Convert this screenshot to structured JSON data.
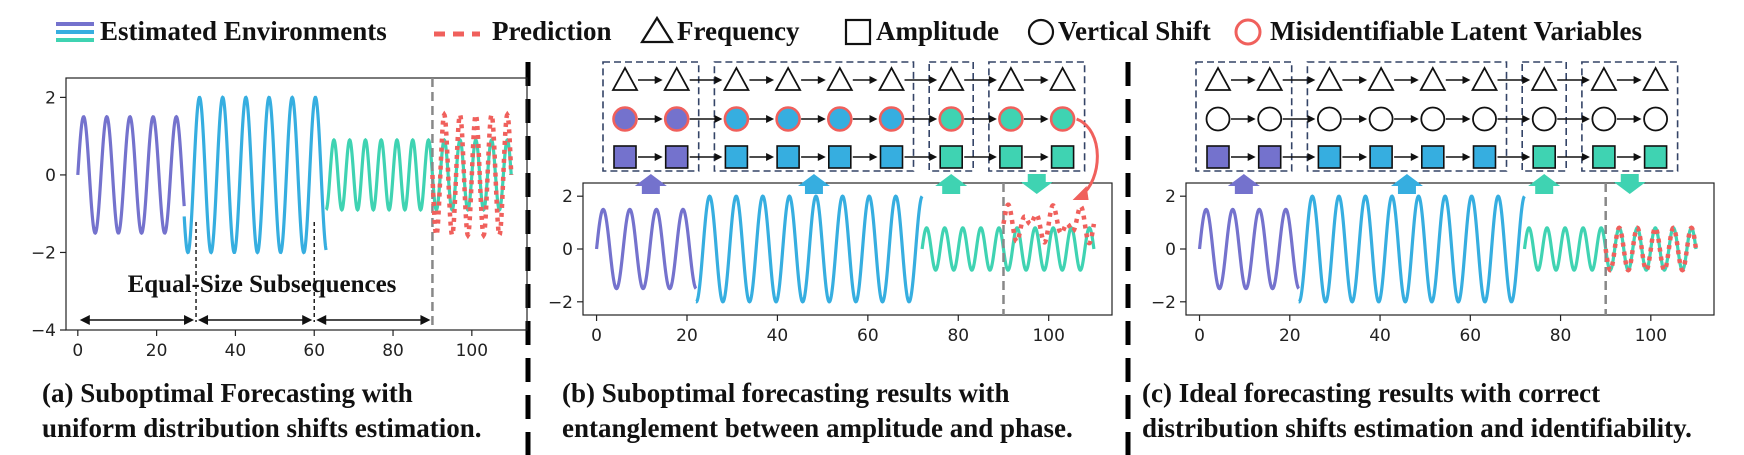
{
  "legend": {
    "estimated_env": "Estimated Environments",
    "prediction": "Prediction",
    "frequency": "Frequency",
    "amplitude": "Amplitude",
    "vertical_shift": "Vertical Shift",
    "misidentifiable": "Misidentifiable Latent Variables"
  },
  "colors": {
    "env1": "#7472cd",
    "env2": "#36aee0",
    "env3": "#3fd3b2",
    "prediction": "#f0605c",
    "box_border": "#344467",
    "divider": "#888888"
  },
  "panel_a": {
    "annotation": "Equal-Size Subsequences",
    "caption_line1": "(a) Suboptimal Forecasting with",
    "caption_line2": "uniform distribution shifts estimation.",
    "x_ticks": [
      "0",
      "20",
      "40",
      "60",
      "80",
      "100"
    ],
    "y_ticks": [
      "2",
      "0",
      "−2",
      "−4"
    ]
  },
  "panel_b": {
    "caption_line1": "(b) Suboptimal forecasting results with",
    "caption_line2": "entanglement between amplitude and phase.",
    "x_ticks": [
      "0",
      "20",
      "40",
      "60",
      "80",
      "100"
    ],
    "y_ticks": [
      "2",
      "0",
      "−2"
    ]
  },
  "panel_c": {
    "caption_line1": "(c) Ideal forecasting results with correct",
    "caption_line2": "distribution shifts estimation and identifiability.",
    "x_ticks": [
      "0",
      "20",
      "40",
      "60",
      "80",
      "100"
    ],
    "y_ticks": [
      "2",
      "0",
      "−2"
    ]
  },
  "chart_data": [
    {
      "type": "line",
      "xlim": [
        -3,
        114
      ],
      "ylim": [
        -4,
        2.5
      ],
      "x_ticks": [
        0,
        20,
        40,
        60,
        80,
        100
      ],
      "y_ticks": [
        2,
        0,
        -2,
        -4
      ],
      "boundary_x": 90,
      "subsequence_bounds": [
        0,
        30,
        60,
        90
      ],
      "series": [
        {
          "x_range": [
            0,
            27
          ],
          "amplitude": 1.5,
          "frequency": 0.17,
          "color_key": "env1"
        },
        {
          "x_range": [
            27,
            63
          ],
          "amplitude": 2.0,
          "frequency": 0.17,
          "color_key": "env2"
        },
        {
          "x_range": [
            63,
            90
          ],
          "amplitude": 0.9,
          "frequency": 0.25,
          "color_key": "env3"
        },
        {
          "x_range": [
            90,
            110
          ],
          "amplitude": 0.9,
          "frequency": 0.25,
          "color_key": "env3"
        }
      ],
      "prediction": {
        "x_range": [
          90,
          110
        ],
        "amplitude": 1.55,
        "frequency": 0.25
      }
    },
    {
      "type": "line",
      "xlim": [
        -3,
        114
      ],
      "ylim": [
        -2.5,
        2.5
      ],
      "x_ticks": [
        0,
        20,
        40,
        60,
        80,
        100
      ],
      "y_ticks": [
        2,
        0,
        -2
      ],
      "boundary_x": 90,
      "series": [
        {
          "x_range": [
            0,
            22
          ],
          "amplitude": 1.5,
          "frequency": 0.17,
          "color_key": "env1"
        },
        {
          "x_range": [
            22,
            72
          ],
          "amplitude": 2.0,
          "frequency": 0.17,
          "color_key": "env2"
        },
        {
          "x_range": [
            72,
            110
          ],
          "amplitude": 0.8,
          "frequency": 0.25,
          "color_key": "env3"
        }
      ],
      "prediction": {
        "x_range": [
          90,
          110
        ],
        "amplitude": 0.7,
        "frequency": 0.25,
        "offset": 1.5,
        "shape": "entangled"
      }
    },
    {
      "type": "line",
      "xlim": [
        -3,
        114
      ],
      "ylim": [
        -2.5,
        2.5
      ],
      "x_ticks": [
        0,
        20,
        40,
        60,
        80,
        100
      ],
      "y_ticks": [
        2,
        0,
        -2
      ],
      "boundary_x": 90,
      "series": [
        {
          "x_range": [
            0,
            22
          ],
          "amplitude": 1.5,
          "frequency": 0.17,
          "color_key": "env1"
        },
        {
          "x_range": [
            22,
            72
          ],
          "amplitude": 2.0,
          "frequency": 0.17,
          "color_key": "env2"
        },
        {
          "x_range": [
            72,
            110
          ],
          "amplitude": 0.8,
          "frequency": 0.25,
          "color_key": "env3"
        }
      ],
      "prediction": {
        "x_range": [
          90,
          110
        ],
        "amplitude": 0.8,
        "frequency": 0.25
      }
    }
  ]
}
